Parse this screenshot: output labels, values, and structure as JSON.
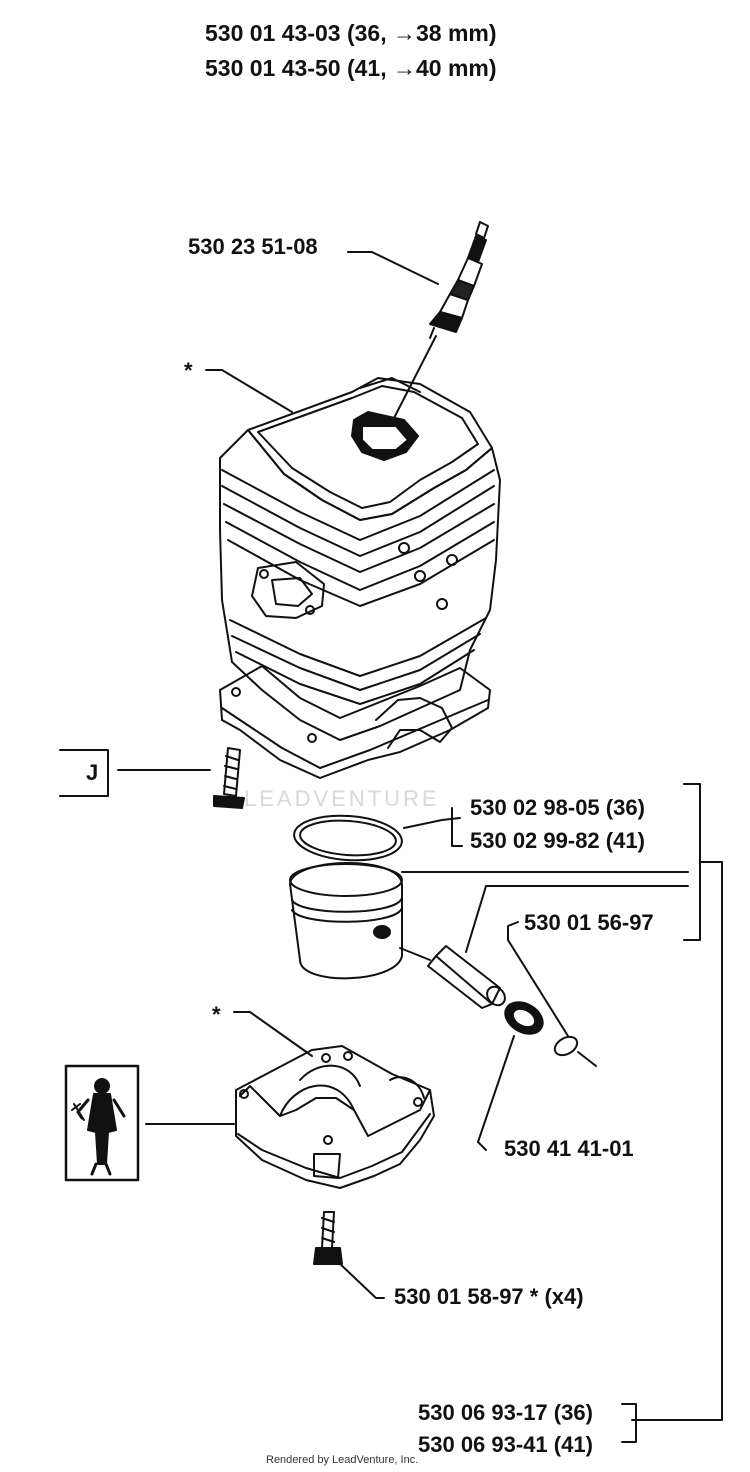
{
  "header": {
    "line1": "530 01 43-03 (36, →38 mm)",
    "line2": "530 01 43-50 (41, →40 mm)"
  },
  "labels": {
    "spark_plug": "530 23 51-08",
    "cylinder_star": "*",
    "ring_36": "530 02 98-05 (36)",
    "ring_41": "530 02 99-82 (41)",
    "circlip": "530 01 56-97",
    "crankcase_star": "*",
    "bearing": "530 41 41-01",
    "screw": "530 01 58-97  * (x4)",
    "kit_36": "530 06 93-17 (36)",
    "kit_41": "530 06 93-41 (41)",
    "ref_j": "J"
  },
  "watermark": "LEADVENTURE",
  "footer": "Rendered by LeadVenture, Inc."
}
